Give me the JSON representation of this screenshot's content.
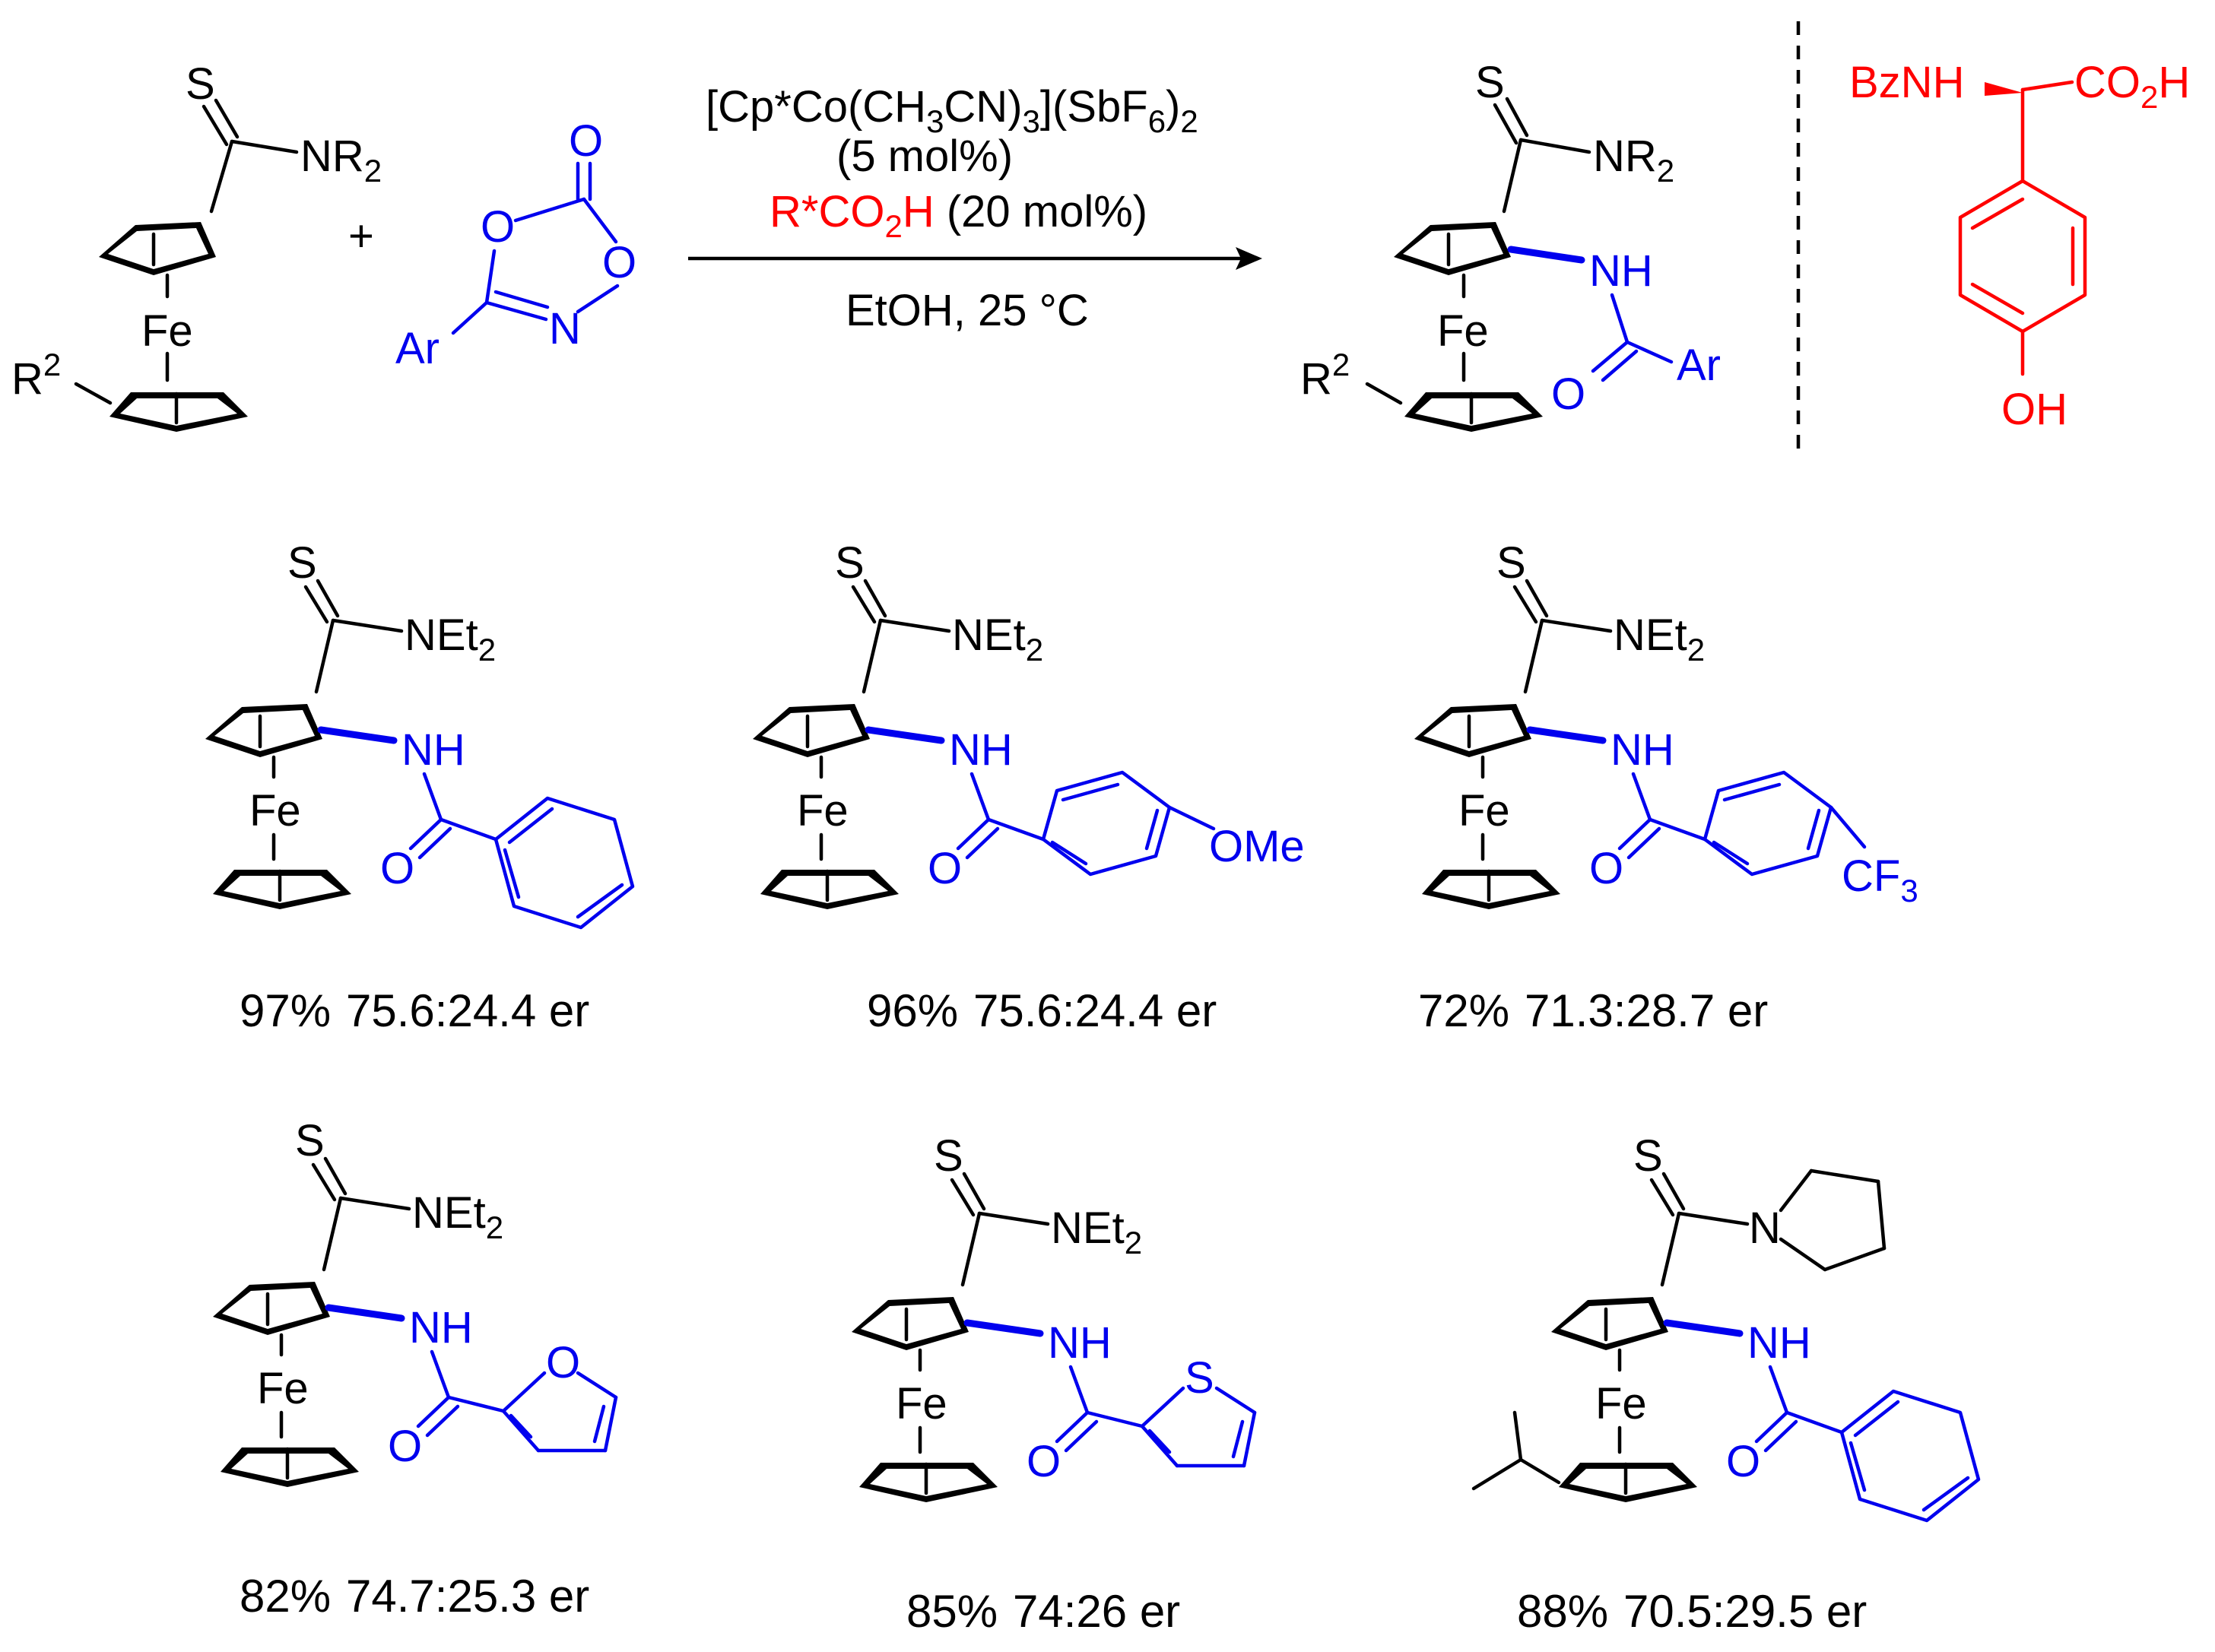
{
  "colors": {
    "substrate": "#000000",
    "newly_formed": "#0000ee",
    "chiral_acid": "#ff0000"
  },
  "scheme": {
    "plus": "+",
    "thioamide": {
      "S": "S",
      "NR2": "NR",
      "NR2_sub": "2",
      "Fe": "Fe",
      "R2": "R",
      "R2_sup": "2"
    },
    "dioxazolone": {
      "O_carbonyl": "O",
      "O_ring1": "O",
      "O_ring2": "O",
      "N": "N",
      "Ar": "Ar"
    },
    "conditions": {
      "catalyst": {
        "a": "[Cp*Co(CH",
        "s1": "3",
        "b": "CN)",
        "s2": "3",
        "c": "](SbF",
        "s3": "6",
        "d": ")",
        "s4": "2"
      },
      "loading": "(5 mol%)",
      "acid": {
        "a": "R*CO",
        "s1": "2",
        "b": "H",
        "c": " (20 mol%)"
      },
      "solvent": "EtOH, 25 °C"
    },
    "product": {
      "S": "S",
      "NR2": "NR",
      "NR2_sub": "2",
      "NH": "NH",
      "O": "O",
      "Ar": "Ar",
      "Fe": "Fe",
      "R2": "R",
      "R2_sup": "2"
    },
    "ligand": {
      "BzNH": "BzNH",
      "CO2H": "CO",
      "CO2H_sub": "2",
      "CO2H_end": "H",
      "OH": "OH"
    }
  },
  "examples": [
    {
      "amine": "NEt2",
      "aryl": "phenyl",
      "yield": "97%",
      "er": "75.6:24.4 er"
    },
    {
      "amine": "NEt2",
      "aryl": "4-methoxyphenyl",
      "substituent": "OMe",
      "yield": "96%",
      "er": "75.6:24.4 er"
    },
    {
      "amine": "NEt2",
      "aryl": "4-(trifluoromethyl)phenyl",
      "substituent": "CF3",
      "yield": "72%",
      "er": "71.3:28.7 er"
    },
    {
      "amine": "NEt2",
      "aryl": "2-furyl",
      "heteroatom": "O",
      "yield": "82%",
      "er": "74.7:25.3 er"
    },
    {
      "amine": "NEt2",
      "aryl": "2-thienyl",
      "heteroatom": "S",
      "yield": "85%",
      "er": "74:26 er"
    },
    {
      "amine": "pyrrolidin-1-yl",
      "amine_atom": "N",
      "aryl": "phenyl",
      "cp_substituent": "isopropyl",
      "yield": "88%",
      "er": "70.5:29.5 er"
    }
  ],
  "labels": {
    "S": "S",
    "NEt": "NEt",
    "sub2": "2",
    "NH": "NH",
    "O": "O",
    "Fe": "Fe",
    "OMe": "OMe",
    "CF": "CF",
    "sub3": "3"
  }
}
